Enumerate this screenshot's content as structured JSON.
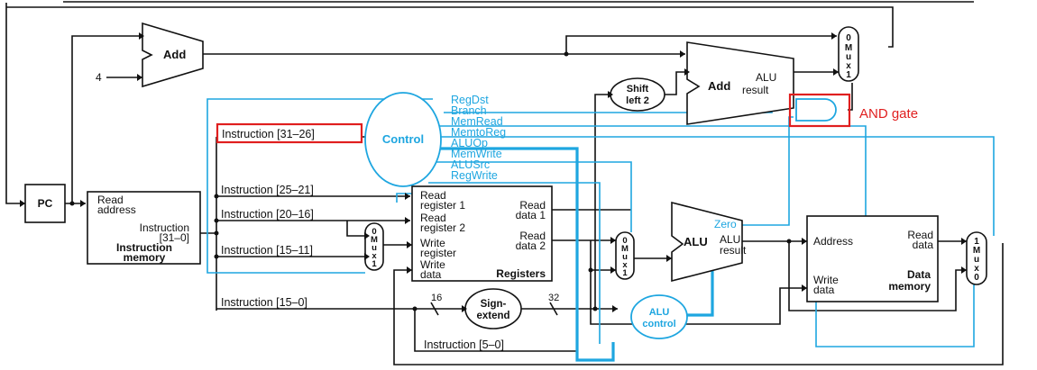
{
  "diagram": {
    "add_top": "Add",
    "four": "4",
    "add_alu_main": "Add",
    "add_alu_alu": "ALU",
    "add_alu_result": "result",
    "mux_top": [
      "0",
      "M",
      "u",
      "x",
      "1"
    ],
    "shift_left_2": [
      "Shift",
      "left 2"
    ],
    "and_gate_label": "AND gate",
    "control": "Control",
    "control_signals": [
      "RegDst",
      "Branch",
      "MemRead",
      "MemtoReg",
      "ALUOp",
      "MemWrite",
      "ALUSrc",
      "RegWrite"
    ],
    "instruction_31_26": "Instruction [31–26]",
    "pc": "PC",
    "imem": [
      "Read",
      "address",
      "Instruction",
      "[31–0]",
      "Instruction",
      "memory"
    ],
    "instr_25_21": "Instruction [25–21]",
    "instr_20_16": "Instruction [20–16]",
    "instr_15_11": "Instruction [15–11]",
    "instr_15_0": "Instruction [15–0]",
    "instr_5_0": "Instruction [5–0]",
    "mux_reg": [
      "0",
      "M",
      "u",
      "x",
      "1"
    ],
    "registers": [
      "Read",
      "register 1",
      "Read",
      "register 2",
      "Write",
      "register",
      "Write",
      "data",
      "Read",
      "data 1",
      "Read",
      "data 2",
      "Registers"
    ],
    "mux_alusrc": [
      "0",
      "M",
      "u",
      "x",
      "1"
    ],
    "alu": [
      "ALU",
      "Zero",
      "ALU",
      "result"
    ],
    "alu_control": [
      "ALU",
      "control"
    ],
    "sign_extend": [
      "Sign-",
      "extend"
    ],
    "bits_16": "16",
    "bits_32": "32",
    "dmem": [
      "Address",
      "Read",
      "data",
      "Write",
      "data",
      "Data",
      "memory"
    ],
    "mux_mem": [
      "1",
      "M",
      "u",
      "x",
      "0"
    ]
  },
  "colors": {
    "control": "#1ea6e0",
    "highlight": "#e01f1f",
    "line": "#111111"
  }
}
